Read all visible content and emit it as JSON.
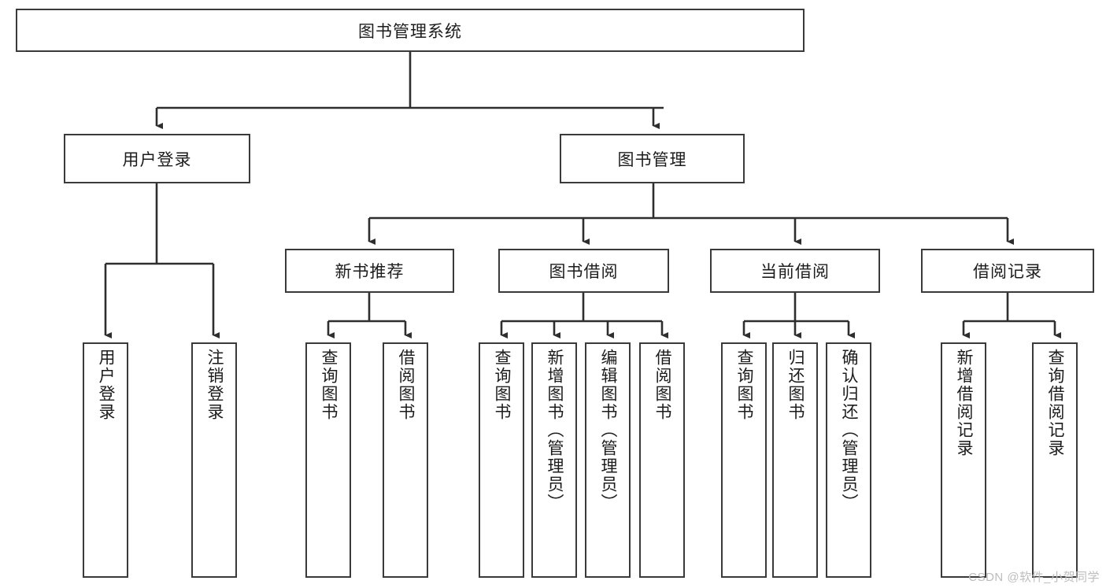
{
  "diagram": {
    "title": "图书管理系统",
    "type": "tree-hierarchy",
    "stroke_color": "#3a3a3a",
    "text_color": "#1c1c1c",
    "background": "#ffffff",
    "nodes": {
      "root": {
        "label": "图书管理系统"
      },
      "level1": [
        {
          "id": "user-login",
          "label": "用户登录"
        },
        {
          "id": "book-management",
          "label": "图书管理"
        }
      ],
      "level2": [
        {
          "id": "new-book-recommend",
          "label": "新书推荐"
        },
        {
          "id": "book-borrow",
          "label": "图书借阅"
        },
        {
          "id": "current-borrow",
          "label": "当前借阅"
        },
        {
          "id": "borrow-record",
          "label": "借阅记录"
        }
      ],
      "leaves": [
        {
          "id": "leaf-user-login",
          "label": "用户登录",
          "parent": "user-login"
        },
        {
          "id": "leaf-logout",
          "label": "注销登录",
          "parent": "user-login"
        },
        {
          "id": "leaf-query-book-1",
          "label": "查询图书",
          "parent": "new-book-recommend"
        },
        {
          "id": "leaf-borrow-book-1",
          "label": "借阅图书",
          "parent": "new-book-recommend"
        },
        {
          "id": "leaf-query-book-2",
          "label": "查询图书",
          "parent": "book-borrow"
        },
        {
          "id": "leaf-add-book",
          "label": "新增图书（管理员）",
          "parent": "book-borrow"
        },
        {
          "id": "leaf-edit-book",
          "label": "编辑图书（管理员）",
          "parent": "book-borrow"
        },
        {
          "id": "leaf-borrow-book-2",
          "label": "借阅图书",
          "parent": "book-borrow"
        },
        {
          "id": "leaf-query-book-3",
          "label": "查询图书",
          "parent": "current-borrow"
        },
        {
          "id": "leaf-return-book",
          "label": "归还图书",
          "parent": "current-borrow"
        },
        {
          "id": "leaf-confirm-return",
          "label": "确认归还（管理员）",
          "parent": "current-borrow"
        },
        {
          "id": "leaf-add-record",
          "label": "新增借阅记录",
          "parent": "borrow-record"
        },
        {
          "id": "leaf-query-record",
          "label": "查询借阅记录",
          "parent": "borrow-record"
        }
      ]
    }
  },
  "watermark": {
    "text": "CSDN @软件_小贺同学"
  }
}
